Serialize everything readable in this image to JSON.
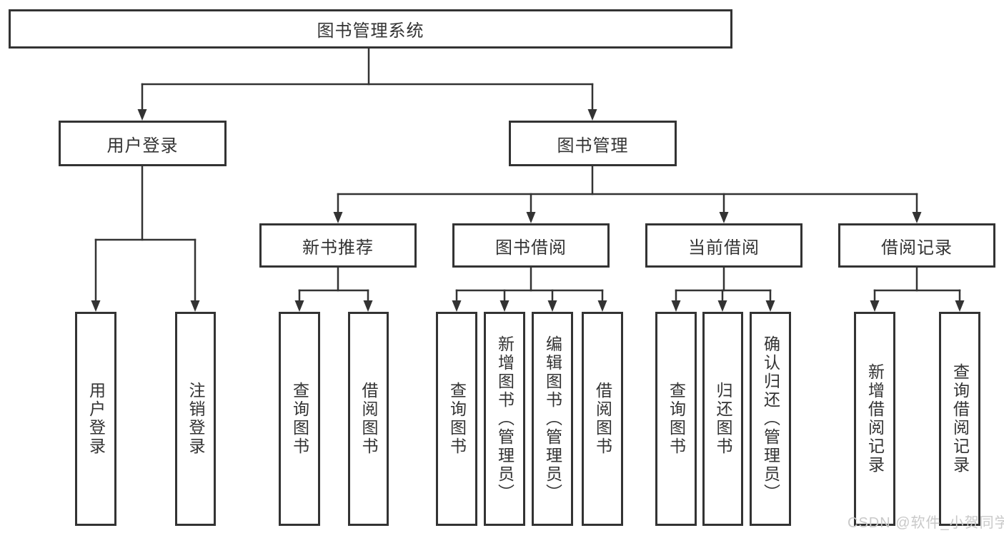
{
  "diagram": {
    "type": "hierarchy-tree",
    "title": "图书管理系统",
    "nodes": {
      "root": {
        "label": "图书管理系统",
        "level": 1
      },
      "user_login": {
        "label": "用户登录",
        "level": 2
      },
      "book_mgmt": {
        "label": "图书管理",
        "level": 2
      },
      "new_books": {
        "label": "新书推荐",
        "level": 3
      },
      "book_borrow": {
        "label": "图书借阅",
        "level": 3
      },
      "current_borrow": {
        "label": "当前借阅",
        "level": 3
      },
      "borrow_records": {
        "label": "借阅记录",
        "level": 3
      },
      "leaf_user_login": {
        "label": "用户登录",
        "level": 4
      },
      "leaf_logout": {
        "label": "注销登录",
        "level": 4
      },
      "leaf_nb_query": {
        "label": "查询图书",
        "level": 4
      },
      "leaf_nb_borrow": {
        "label": "借阅图书",
        "level": 4
      },
      "leaf_bb_query": {
        "label": "查询图书",
        "level": 4
      },
      "leaf_bb_add": {
        "label": "新增图书（管理员）",
        "level": 4
      },
      "leaf_bb_edit": {
        "label": "编辑图书（管理员）",
        "level": 4
      },
      "leaf_bb_borrow": {
        "label": "借阅图书",
        "level": 4
      },
      "leaf_cb_query": {
        "label": "查询图书",
        "level": 4
      },
      "leaf_cb_return": {
        "label": "归还图书",
        "level": 4
      },
      "leaf_cb_confirm": {
        "label": "确认归还（管理员）",
        "level": 4
      },
      "leaf_br_add": {
        "label": "新增借阅记录",
        "level": 4
      },
      "leaf_br_query": {
        "label": "查询借阅记录",
        "level": 4
      }
    },
    "tree": {
      "图书管理系统": [
        "用户登录",
        "图书管理"
      ],
      "用户登录": [
        "用户登录",
        "注销登录"
      ],
      "图书管理": [
        "新书推荐",
        "图书借阅",
        "当前借阅",
        "借阅记录"
      ],
      "新书推荐": [
        "查询图书",
        "借阅图书"
      ],
      "图书借阅": [
        "查询图书",
        "新增图书（管理员）",
        "编辑图书（管理员）",
        "借阅图书"
      ],
      "当前借阅": [
        "查询图书",
        "归还图书",
        "确认归还（管理员）"
      ],
      "借阅记录": [
        "新增借阅记录",
        "查询借阅记录"
      ]
    },
    "colors": {
      "line": "#333333",
      "box_border": "#333333",
      "box_fill": "#ffffff",
      "text": "#333333",
      "background": "#ffffff"
    }
  },
  "watermark": {
    "text": "CSDN @软件_小贺同学",
    "color": "#c9c9c9"
  }
}
